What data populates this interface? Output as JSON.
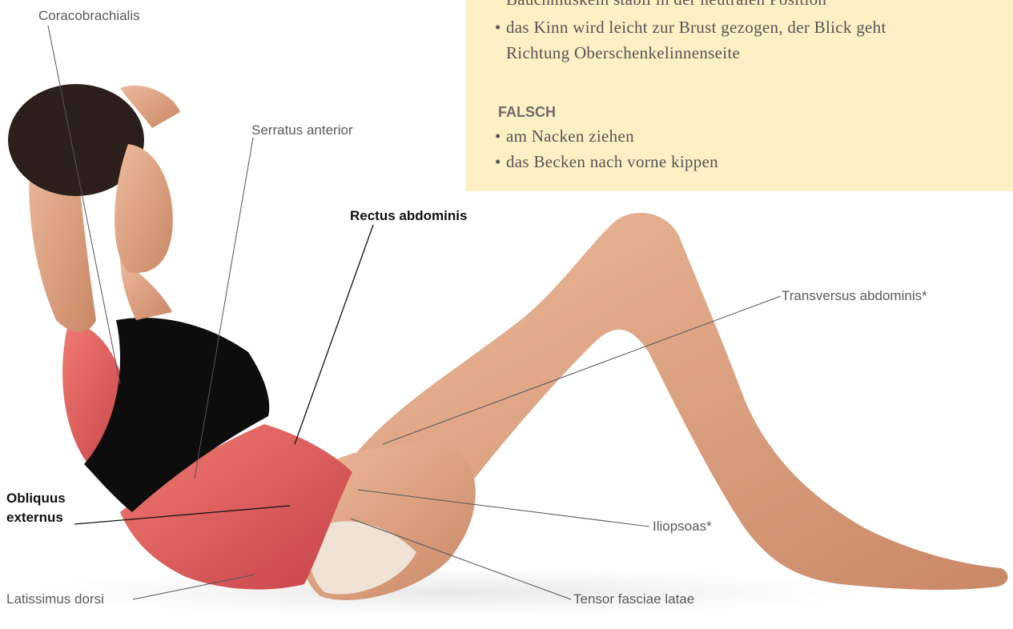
{
  "note": {
    "lines_top": [
      "Bauchmuskeln stabil in der neutralen Position",
      "das Kinn wird leicht zur Brust gezogen, der Blick geht",
      "Richtung Oberschenkelinnenseite"
    ],
    "heading": "FALSCH",
    "wrong_items": [
      "am Nacken ziehen",
      "das Becken nach vorne kippen"
    ]
  },
  "labels": {
    "coracobrachialis": "Coracobrachialis",
    "serratus_anterior": "Serratus anterior",
    "rectus_abdominis": "Rectus abdominis",
    "transversus_abdominis": "Transversus abdominis*",
    "obliquus_externus_1": "Obliquus",
    "obliquus_externus_2": "externus",
    "iliopsoas": "Iliopsoas*",
    "latissimus_dorsi": "Latissimus dorsi",
    "tensor_fasciae_latae": "Tensor fasciae latae"
  },
  "colors": {
    "note_background": "#fdf0c4",
    "skin": "#e0a283",
    "muscle": "#e0585a",
    "top": "#0d0d0d",
    "hair": "#2a1f1a"
  }
}
